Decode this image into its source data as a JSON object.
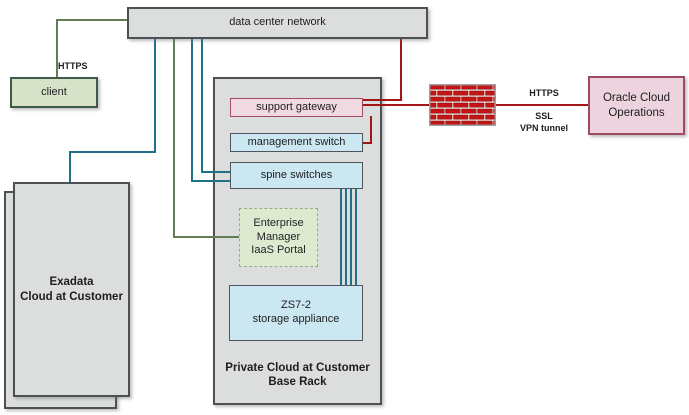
{
  "nodes": {
    "data_center_network": {
      "label": "data center network"
    },
    "client": {
      "label": "client"
    },
    "exadata": {
      "label": "Exadata\nCloud at Customer"
    },
    "private_cloud_rack": {
      "label": "Private Cloud at Customer\nBase Rack"
    },
    "support_gateway": {
      "label": "support gateway"
    },
    "management_switch": {
      "label": "management switch"
    },
    "spine_switches": {
      "label": "spine switches"
    },
    "enterprise_manager_portal": {
      "label": "Enterprise\nManager\nIaaS Portal"
    },
    "zs7_storage_appliance": {
      "label": "ZS7-2\nstorage appliance"
    },
    "oracle_cloud_operations": {
      "label": "Oracle Cloud\nOperations"
    },
    "firewall": {
      "icon": "firewall-brick-wall"
    }
  },
  "edge_labels": {
    "client_https": "HTTPS",
    "tunnel_https": "HTTPS",
    "tunnel_ssl": "SSL",
    "tunnel_vpn": "VPN tunnel"
  },
  "colors": {
    "teal_link": "#20708a",
    "olive_link": "#637c55",
    "red_link": "#a31617",
    "firewall_brick": "#c41414",
    "gray_node_fill": "#dcdedd",
    "gray_node_border": "#4d5156",
    "blue_node_fill": "#cbe7f1",
    "pink_node_fill": "#f1d9e2",
    "maroon_border": "#a34a68",
    "client_fill": "#d7e3c8",
    "client_border": "#3f5a46",
    "em_portal_fill": "#ddead0",
    "em_portal_border": "#9aab8c"
  }
}
